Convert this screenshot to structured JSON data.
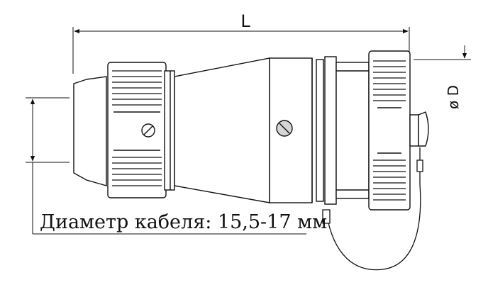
{
  "dimensions": {
    "length_label": "L",
    "diameter_label": "ø D"
  },
  "caption": "Диаметр кабеля: 15,5-17 мм",
  "colors": {
    "line": "#111111",
    "fill": "#ffffff",
    "shade": "#d6d6d6"
  }
}
